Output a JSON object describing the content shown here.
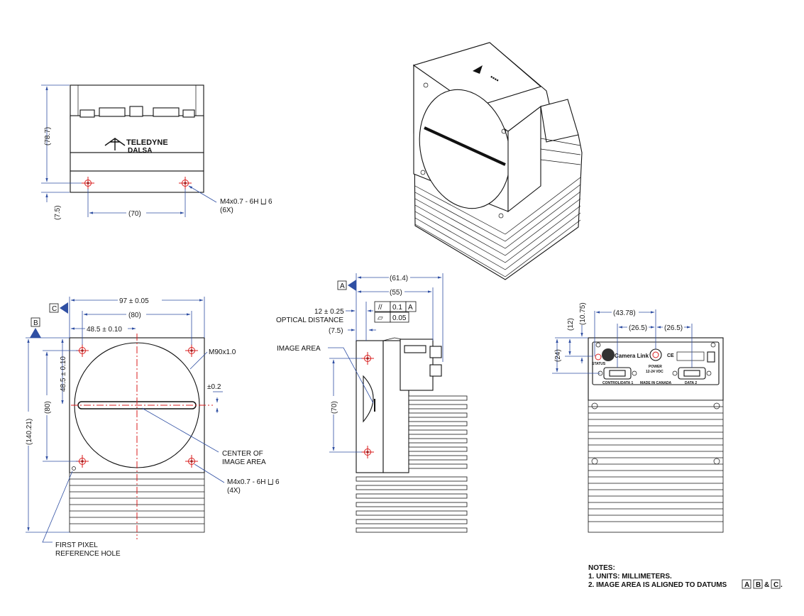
{
  "top_view": {
    "dim_height": "(78.7)",
    "dim_base": "(7.5)",
    "dim_width": "(70)",
    "hole_spec": "M4x0.7 - 6H ⨆ 6",
    "hole_count": "(6X)",
    "logo_line1": "TELEDYNE",
    "logo_line2": "DALSA"
  },
  "front_view": {
    "datum_c": "C",
    "datum_b": "B",
    "dim_overall_width": "97 ± 0.05",
    "dim_hole_spacing": "(80)",
    "dim_half_width": "48.5 ± 0.10",
    "dim_half_height": "48.5 ± 0.10",
    "dim_hole_vert": "(80)",
    "dim_overall_height": "(140.21)",
    "thread_label": "M90x1.0",
    "tolerance": "±0.2",
    "center_label_1": "CENTER OF",
    "center_label_2": "IMAGE AREA",
    "hole_spec": "M4x0.7 - 6H ⨆ 6",
    "hole_count": "(4X)",
    "first_pixel_1": "FIRST PIXEL",
    "first_pixel_2": "REFERENCE HOLE"
  },
  "side_view": {
    "datum_a": "A",
    "dim_total": "(61.4)",
    "dim_body": "(55)",
    "optical_value": "12 ± 0.25",
    "optical_label": "OPTICAL DISTANCE",
    "parallel_symbol": "//",
    "parallel_tol": "0.1",
    "parallel_datum": "A",
    "flatness_symbol": "▱",
    "flatness_tol": "0.05",
    "dim_offset": "(7.5)",
    "image_area_label": "IMAGE AREA",
    "dim_holes": "(70)"
  },
  "back_view": {
    "dim_10_75": "(10.75)",
    "dim_12": "(12)",
    "dim_24": "(24)",
    "dim_43_78": "(43.78)",
    "dim_26_5_a": "(26.5)",
    "dim_26_5_b": "(26.5)",
    "brand": "Camera Link",
    "status_label": "STATUS",
    "power_label_1": "POWER",
    "power_label_2": "12-24 VDC",
    "control_label": "CONTROL/DATA 1",
    "made_label": "MADE IN CANADA",
    "data2_label": "DATA 2",
    "ce_label": "CE"
  },
  "notes": {
    "heading": "NOTES:",
    "line1": "1. UNITS: MILLIMETERS.",
    "line2_prefix": "2. IMAGE AREA IS ALIGNED TO DATUMS",
    "datum_a": "A",
    "datum_b": "B",
    "amp": "&",
    "datum_c": "C",
    "period": "."
  }
}
